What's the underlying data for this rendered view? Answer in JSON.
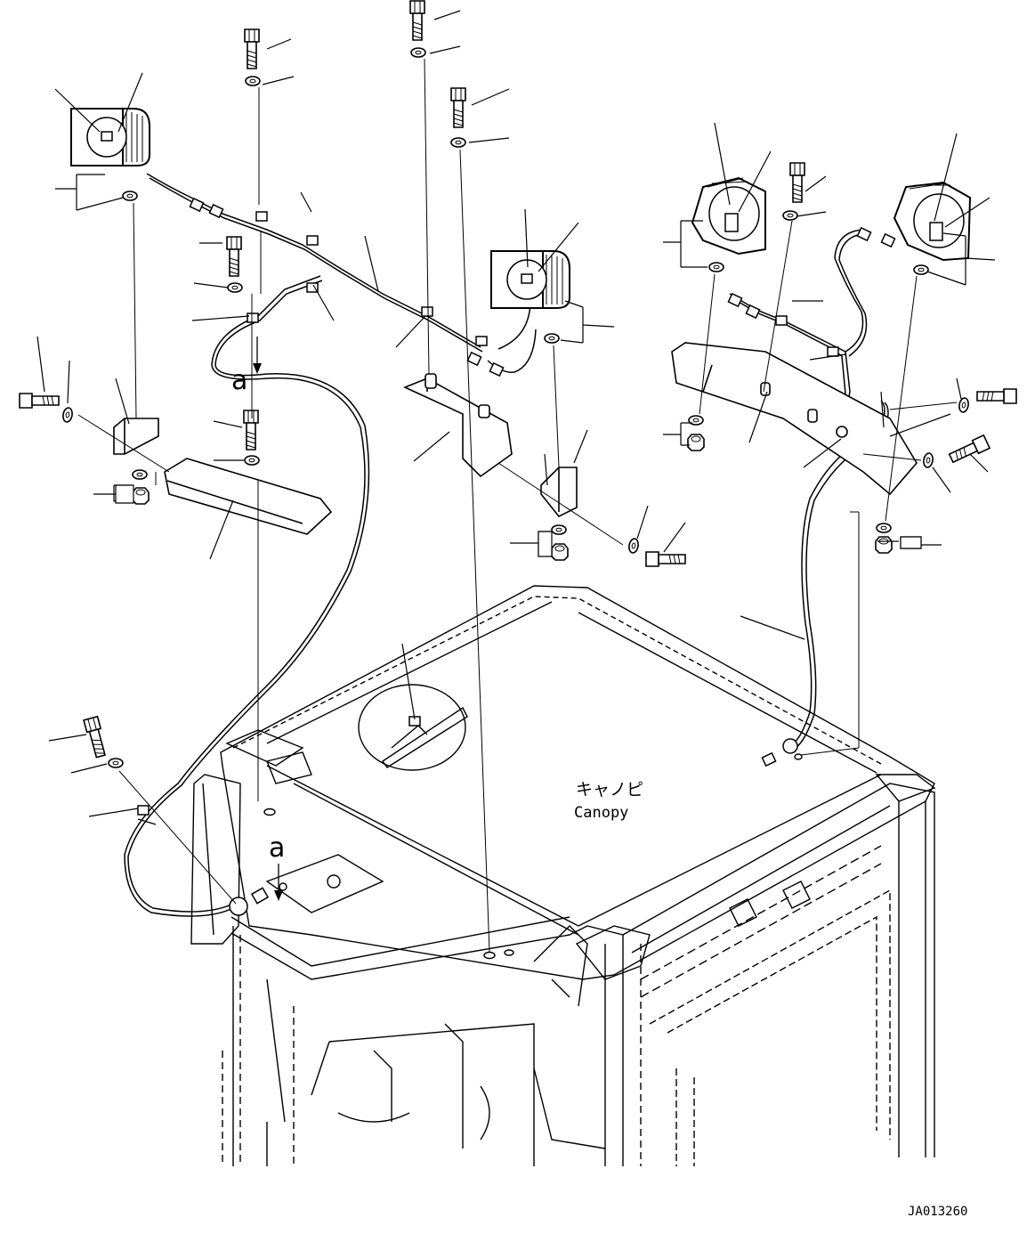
{
  "diagram": {
    "canopy_label_jp": "キャノピ",
    "canopy_label_en": "Canopy",
    "view_marker_top": "a",
    "view_marker_bottom": "a",
    "drawing_code": "JA013260"
  },
  "colors": {
    "line": "#000000",
    "background": "#ffffff"
  },
  "icons": [
    "work-lamp-icon",
    "bolt-icon",
    "washer-icon",
    "nut-icon",
    "bracket-icon",
    "clamp-icon",
    "connector-icon",
    "grommet-icon"
  ]
}
